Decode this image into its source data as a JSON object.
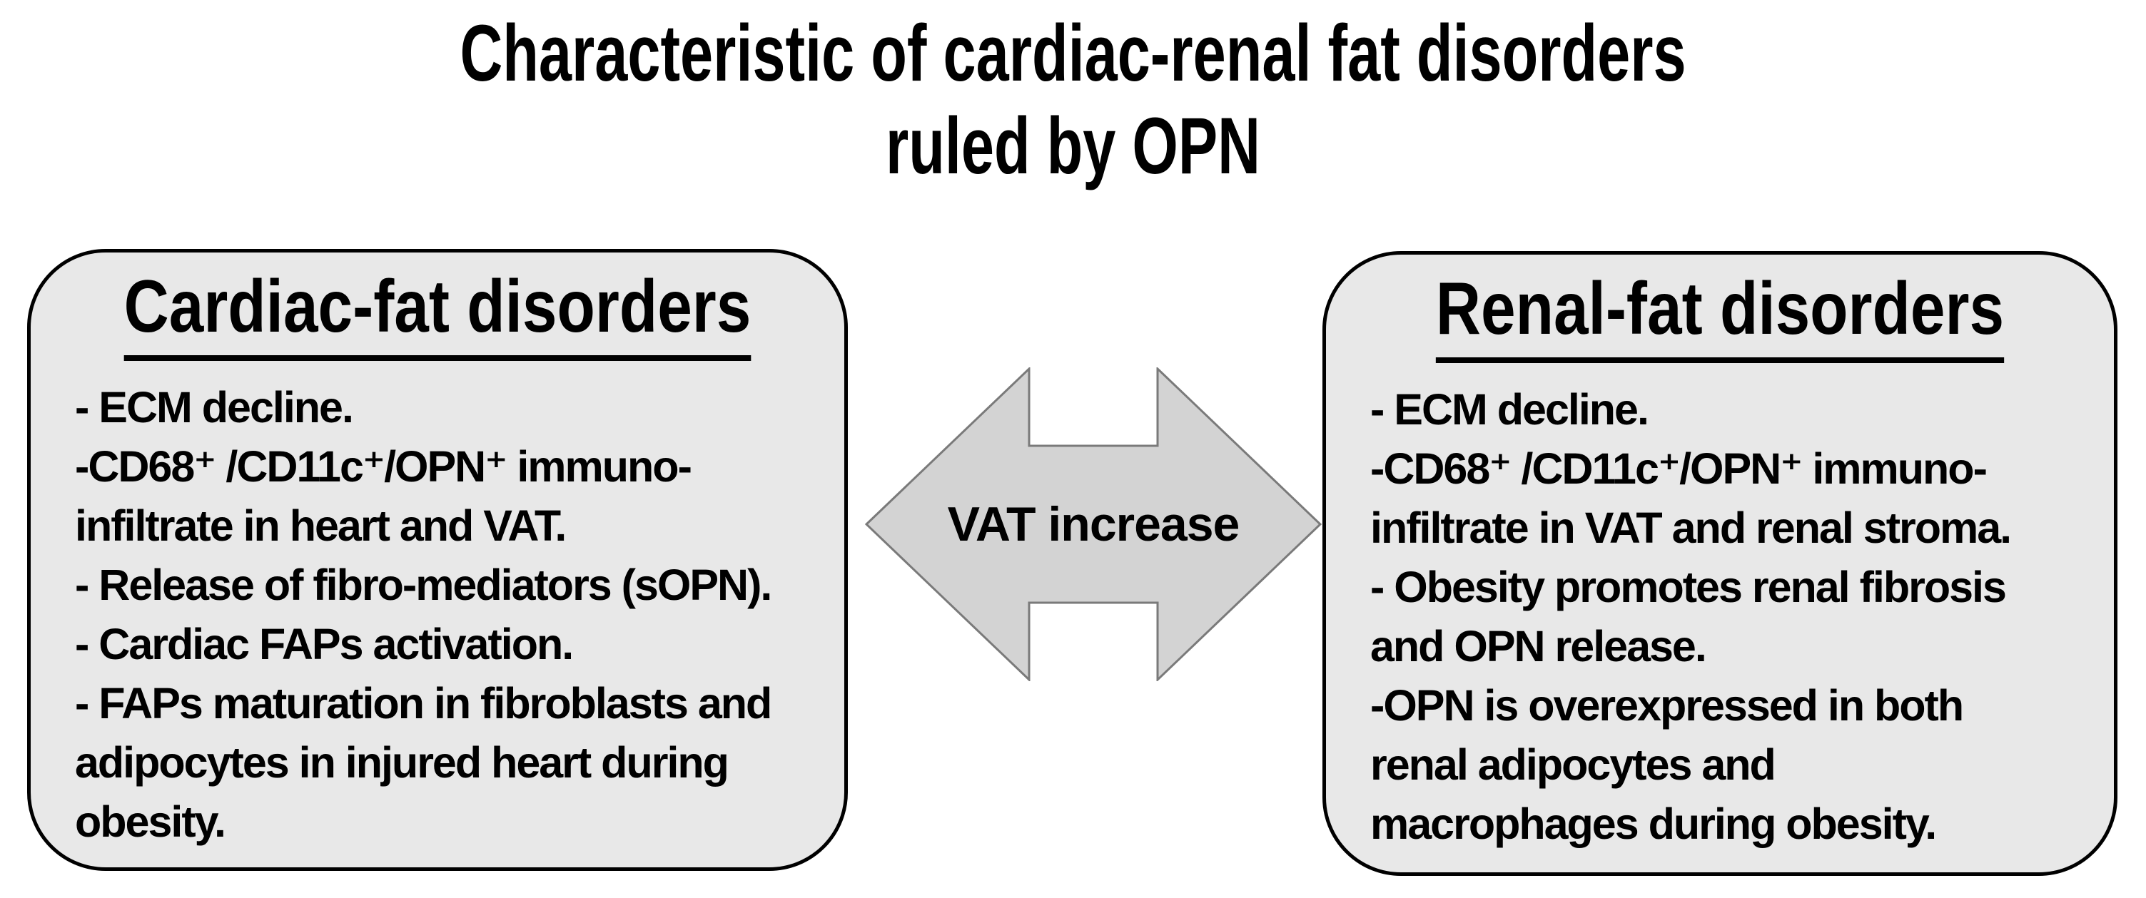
{
  "title": {
    "line1": "Characteristic of cardiac-renal fat disorders",
    "line2": "ruled by OPN"
  },
  "left_box": {
    "heading": "Cardiac-fat disorders",
    "body": "- ECM decline.\n-CD68⁺ /CD11c⁺/OPN⁺ immuno-\ninfiltrate in heart and VAT.\n- Release of fibro-mediators (sOPN).\n- Cardiac FAPs activation.\n- FAPs maturation in fibroblasts and\nadipocytes in injured heart during\nobesity."
  },
  "arrow": {
    "label": "VAT increase"
  },
  "right_box": {
    "heading": "Renal-fat disorders",
    "body": "- ECM decline.\n-CD68⁺ /CD11c⁺/OPN⁺ immuno-\ninfiltrate in VAT and renal stroma.\n- Obesity promotes renal fibrosis\nand OPN release.\n-OPN is overexpressed in both\nrenal adipocytes and\nmacrophages during obesity."
  },
  "colors": {
    "background": "#ffffff",
    "box_fill": "#e8e8e8",
    "box_border": "#000000",
    "arrow_fill": "#d3d3d3",
    "arrow_border": "#7a7a7a",
    "text": "#000000"
  }
}
